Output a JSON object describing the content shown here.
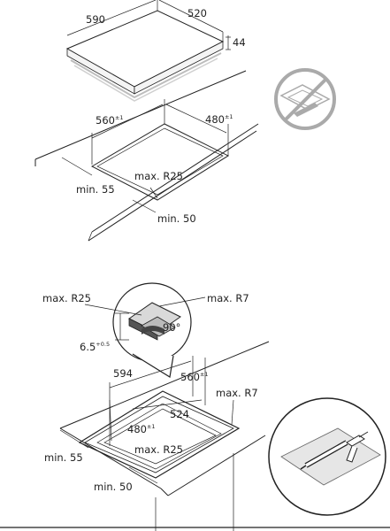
{
  "top": {
    "hob_width": "590",
    "hob_depth": "520",
    "hob_height": "44",
    "cutout_width": "560",
    "cutout_width_tol": "±1",
    "cutout_depth": "480",
    "cutout_depth_tol": "±1",
    "min_front": "min. 55",
    "max_radius": "max. R25",
    "min_side": "min. 50"
  },
  "bottom": {
    "callout_radius_outer": "max. R25",
    "callout_radius_inner": "max. R7",
    "angle": "90°",
    "recess_depth": "6.5",
    "recess_tol": "+0.5",
    "recess_width": "594",
    "cutout_width": "560",
    "cutout_width_tol": "±1",
    "max_radius_right": "max. R7",
    "recess_depth_dim": "524",
    "cutout_depth": "480",
    "cutout_depth_tol": "±1",
    "min_front": "min. 55",
    "max_radius_cutout": "max. R25",
    "min_side": "min. 50"
  },
  "colors": {
    "line": "#222222",
    "hob_edge": "#bdbdbd",
    "surface": "#e6e6e6",
    "prohibited": "#aaaaaa"
  },
  "icons": [
    "no-sealant-prohibited-icon",
    "sealant-gun-icon"
  ]
}
